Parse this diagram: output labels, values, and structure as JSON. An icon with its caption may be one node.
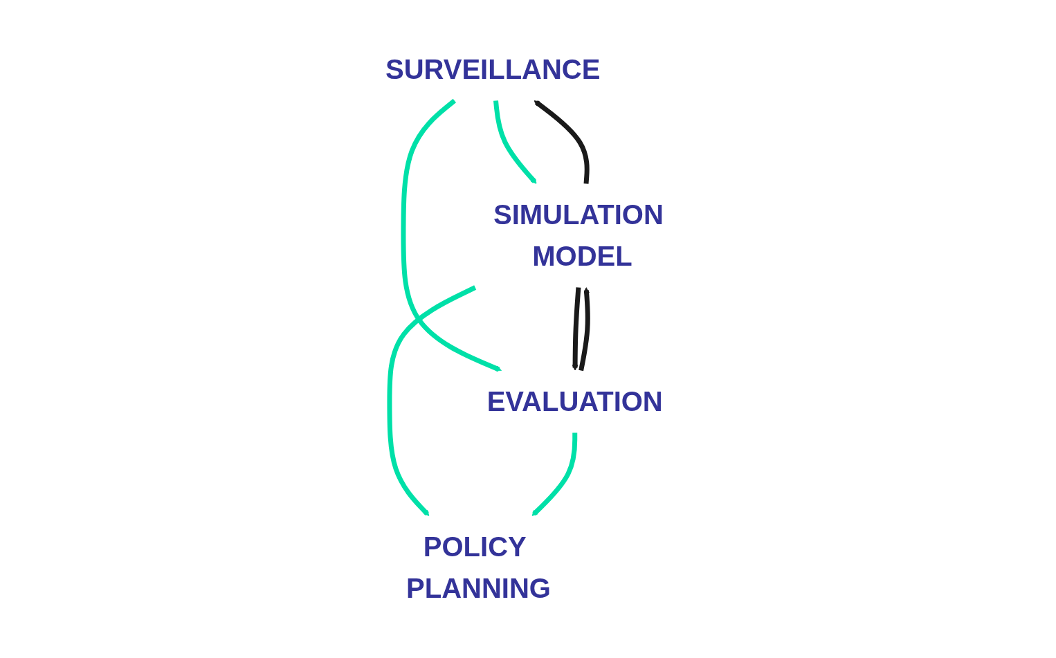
{
  "diagram": {
    "nodes": [
      {
        "text": [
          "SURVEILLANCE"
        ]
      },
      {
        "text": [
          "SIMULATION MODEL"
        ]
      },
      {
        "text": [
          "EVALUATION"
        ]
      },
      {
        "text": [
          "POLICY PLANNING"
        ]
      }
    ],
    "edges": [
      {
        "from": 0,
        "to": 1,
        "arrow": "to"
      },
      {
        "from": 1,
        "to": 0,
        "arrow": "to",
        "color": "#1a1a1a"
      },
      {
        "from": 0,
        "to": 2,
        "arrow": "to"
      },
      {
        "from": 2,
        "to": 1,
        "arrow": "to",
        "color": "#1a1a1a"
      },
      {
        "from": 1,
        "to": 2,
        "arrow": "to",
        "color": "#1a1a1a"
      },
      {
        "from": 1,
        "to": 3,
        "arrow": "to"
      },
      {
        "from": 2,
        "to": 3,
        "arrow": "to"
      }
    ]
  }
}
